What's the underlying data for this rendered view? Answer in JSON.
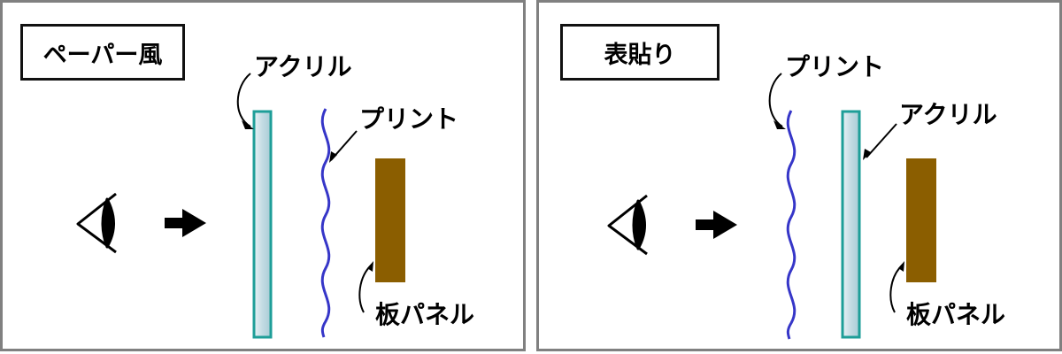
{
  "panels": [
    {
      "title": "ペーパー風",
      "labels": {
        "acrylic": "アクリル",
        "print": "プリント",
        "board": "板パネル"
      }
    },
    {
      "title": "表貼り",
      "labels": {
        "print": "プリント",
        "acrylic": "アクリル",
        "board": "板パネル"
      }
    }
  ],
  "colors": {
    "border": "#808080",
    "acrylic_edge": "#1e9e98",
    "acrylic_fill": "#cfe3ea",
    "print_line": "#3636c8",
    "board": "#8b5e00"
  }
}
